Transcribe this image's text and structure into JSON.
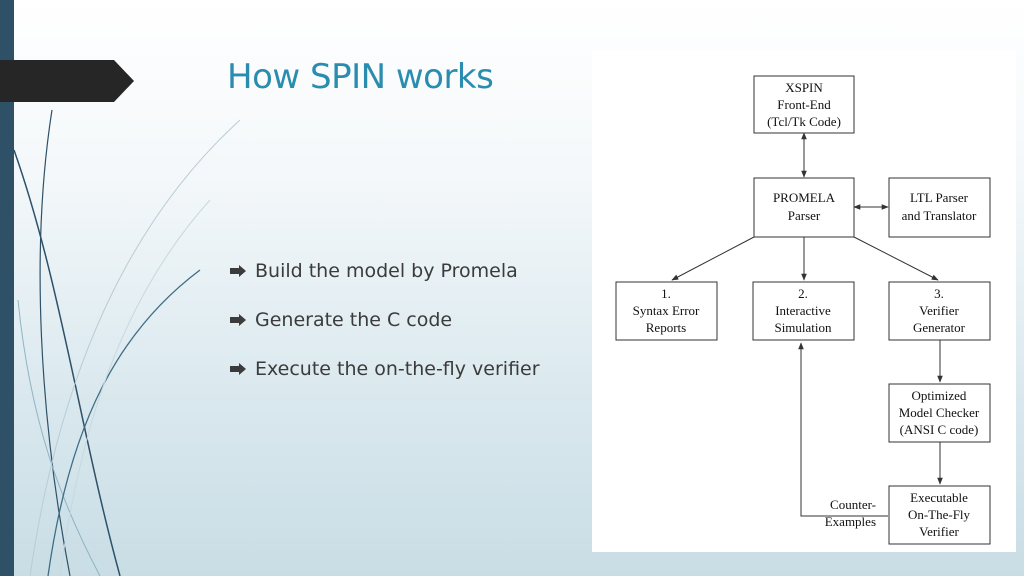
{
  "slide": {
    "title": "How SPIN works",
    "bullets": [
      "Build the model by Promela",
      "Generate the C code",
      "Execute the on-the-fly verifier"
    ]
  },
  "diagram": {
    "nodes": {
      "xspin": {
        "line1": "XSPIN",
        "line2": "Front-End",
        "line3": "(Tcl/Tk Code)"
      },
      "promela": {
        "line1": "PROMELA",
        "line2": "Parser"
      },
      "ltl": {
        "line1": "LTL Parser",
        "line2": "and Translator"
      },
      "syntax": {
        "line1": "1.",
        "line2": "Syntax Error",
        "line3": "Reports"
      },
      "interactive": {
        "line1": "2.",
        "line2": "Interactive",
        "line3": "Simulation"
      },
      "generator": {
        "line1": "3.",
        "line2": "Verifier",
        "line3": "Generator"
      },
      "checker": {
        "line1": "Optimized",
        "line2": "Model Checker",
        "line3": "(ANSI C code)"
      },
      "executable": {
        "line1": "Executable",
        "line2": "On-The-Fly",
        "line3": "Verifier"
      }
    },
    "edge_label": {
      "line1": "Counter-",
      "line2": "Examples"
    }
  },
  "colors": {
    "title": "#2a8db0",
    "left_bar": "#2e5168",
    "tab": "#262626",
    "body_text": "#3b3b3b"
  }
}
